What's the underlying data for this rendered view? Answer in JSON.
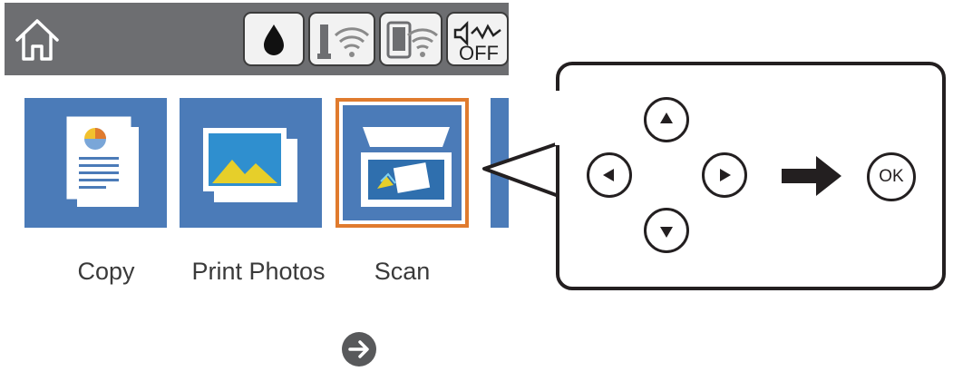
{
  "status_bar": {
    "icons": [
      "home-icon",
      "ink-drop-icon",
      "wifi-icon",
      "wifi-direct-icon",
      "sound-off-icon"
    ],
    "sound_badge": "OFF",
    "background": "#6d6e71"
  },
  "apps": [
    {
      "label": "Copy",
      "icon": "document-copy-icon"
    },
    {
      "label": "Print Photos",
      "icon": "photo-icon"
    },
    {
      "label": "Scan",
      "icon": "scanner-icon",
      "selected": true
    }
  ],
  "colors": {
    "tile": "#4b7bb8",
    "selection": "#e07b2e",
    "outline": "#231f20"
  },
  "control_pad": {
    "buttons": [
      "up-icon",
      "left-icon",
      "right-icon",
      "down-icon"
    ],
    "ok_label": "OK"
  }
}
